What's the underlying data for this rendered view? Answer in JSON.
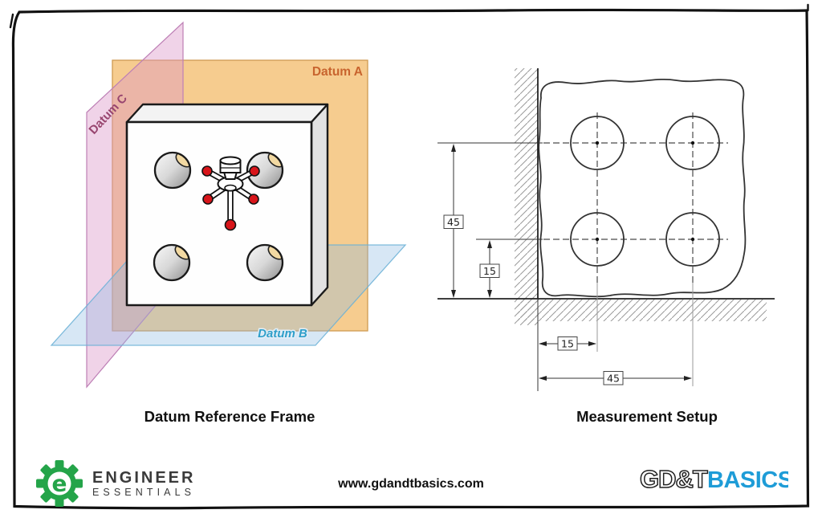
{
  "left_panel": {
    "title": "Datum Reference Frame",
    "labels": {
      "datum_a": "Datum A",
      "datum_b": "Datum B",
      "datum_c": "Datum C"
    },
    "colors": {
      "plane_a_fill": "#f3b964",
      "plane_a_label": "#c8642e",
      "plane_b_fill": "#8cb9e1",
      "plane_b_label": "#2f9fca",
      "plane_c_fill": "#dc96c8",
      "plane_c_label": "#98456f",
      "probe_tip": "#d8151a",
      "block_outline": "#1a1a1a"
    }
  },
  "right_panel": {
    "title": "Measurement Setup",
    "dimensions": {
      "vertical": [
        {
          "label": "45"
        },
        {
          "label": "15"
        }
      ],
      "horizontal": [
        {
          "label": "15"
        },
        {
          "label": "45"
        }
      ]
    }
  },
  "footer": {
    "brand_left": {
      "line1": "ENGINEER",
      "line2": "ESSENTIALS",
      "gear_letter": "e",
      "gear_color": "#24a449"
    },
    "website": "www.gdandtbasics.com",
    "brand_right": {
      "outlined": "GD&T",
      "solid": "BASICS",
      "solid_color": "#1e9cd7"
    }
  }
}
